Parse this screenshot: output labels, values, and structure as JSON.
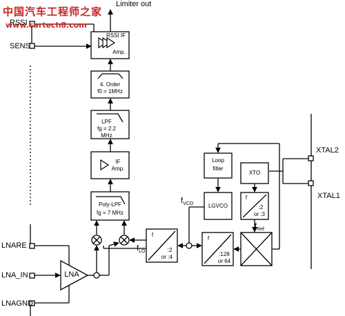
{
  "watermark": {
    "site_cn": "中国汽车工程师之家",
    "url": "www.cartech8.com"
  },
  "pins": {
    "limiter_out": "Limiter out",
    "rssi": "RSSI",
    "sens": "SENS",
    "xtal2": "XTAL2",
    "xtal1": "XTAL1",
    "lnare": "LNARE",
    "lna_in": "LNA_IN",
    "lnagnd": "LNAGND"
  },
  "blocks": {
    "rssi_if": {
      "title": "RSSI IF",
      "sub": "Amp."
    },
    "order": {
      "line1": "4. Order",
      "line2": "f0 = 1MHz"
    },
    "lpf": {
      "line1": "LPF",
      "line2": "fg = 2.2",
      "line3": "MHz"
    },
    "if_amp": {
      "line1": "IF",
      "line2": "Amp."
    },
    "poly_lpf": {
      "line1": "Poly-LPF",
      "line2": "fg = 7 MHz"
    },
    "loop_filter": {
      "line1": "Loop",
      "line2": "filter"
    },
    "lgvco": {
      "label": "LGVCO"
    },
    "xto": {
      "label": "XTO"
    },
    "div2_3": {
      "f": "f",
      "line1": ":2",
      "line2": "or :3"
    },
    "div2_4": {
      "f": "f",
      "line1": ":2",
      "line2": "or :4"
    },
    "div128": {
      "f": "f",
      "line1": ":128",
      "line2": "or 64"
    },
    "lna": {
      "label": "LNA"
    }
  },
  "signals": {
    "fvco": {
      "main": "f",
      "sub": "VCO"
    },
    "flo": {
      "main": "f",
      "sub": "LO"
    },
    "fref": {
      "main": "f",
      "sub": "Ref"
    }
  }
}
